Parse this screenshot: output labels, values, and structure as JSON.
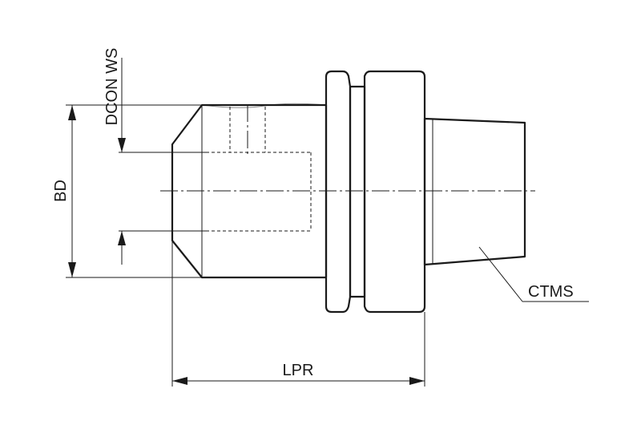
{
  "labels": {
    "dcon_ws": "DCON WS",
    "bd": "BD",
    "lpr": "LPR",
    "ctms": "CTMS"
  }
}
